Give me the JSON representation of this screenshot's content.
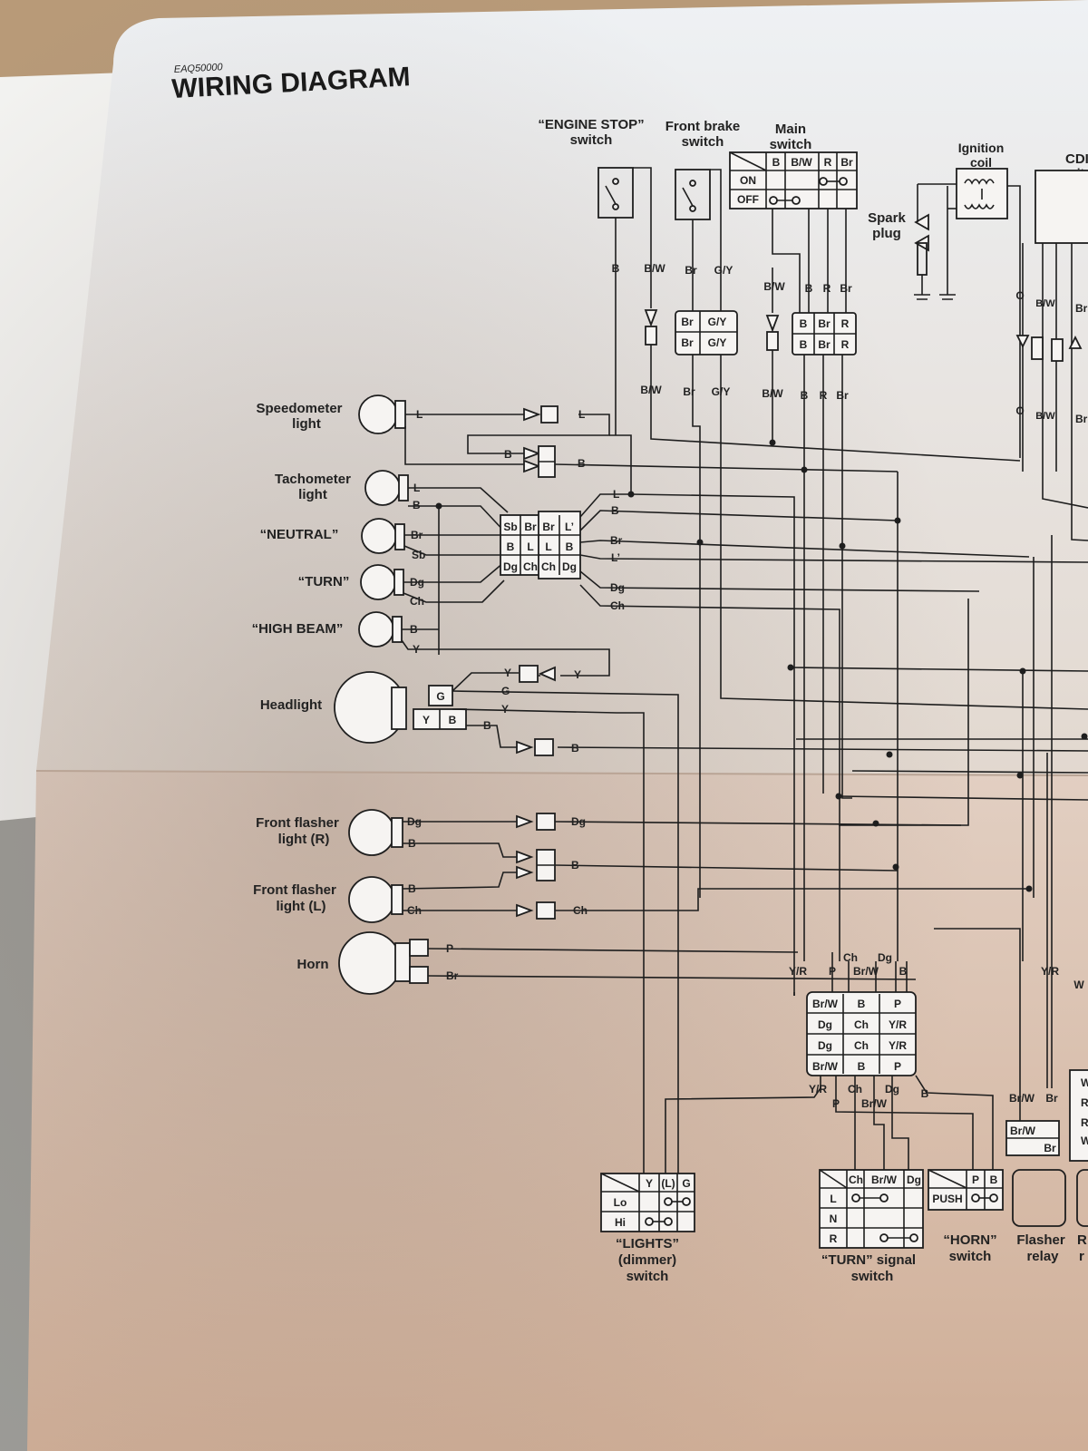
{
  "page": {
    "code": "EAQ50000",
    "title": "WIRING DIAGRAM"
  },
  "components": {
    "engine_stop_switch": [
      "“ENGINE STOP”",
      "switch"
    ],
    "front_brake_switch": [
      "Front brake",
      "switch"
    ],
    "main_switch": [
      "Main",
      "switch"
    ],
    "ignition_coil": [
      "Ignition",
      "coil"
    ],
    "cdi_unit": [
      "CDI",
      "unit"
    ],
    "spark_plug": [
      "Spark",
      "plug"
    ],
    "speedometer_light": [
      "Speedometer",
      "light"
    ],
    "tachometer_light": [
      "Tachometer",
      "light"
    ],
    "neutral": "“NEUTRAL”",
    "turn": "“TURN”",
    "high_beam": "“HIGH BEAM”",
    "headlight": "Headlight",
    "front_flasher_r": [
      "Front flasher",
      "light (R)"
    ],
    "front_flasher_l": [
      "Front flasher",
      "light (L)"
    ],
    "horn": "Horn",
    "lights_switch": [
      "“LIGHTS”",
      "(dimmer)",
      "switch"
    ],
    "turn_switch": [
      "“TURN” signal",
      "switch"
    ],
    "horn_switch": [
      "“HORN”",
      "switch"
    ],
    "flasher_relay": [
      "Flasher",
      "relay"
    ],
    "right_edge_r": "R",
    "right_edge_r2": "r"
  },
  "main_switch_table": {
    "cols": [
      "B",
      "B/W",
      "R",
      "Br"
    ],
    "rows": [
      "ON",
      "OFF"
    ]
  },
  "wire_labels": {
    "b": "B",
    "bw": "B/W",
    "br": "Br",
    "gy": "G/Y",
    "r": "R",
    "l": "L",
    "lp": "L’",
    "sb": "Sb",
    "dg": "Dg",
    "ch": "Ch",
    "y": "Y",
    "g": "G",
    "p": "P",
    "yr": "Y/R",
    "brw": "Br/W",
    "o": "O",
    "w": "W"
  },
  "meter_connector": {
    "left": [
      [
        "Sb",
        "Br"
      ],
      [
        "B",
        "L"
      ],
      [
        "Dg",
        "Ch"
      ]
    ],
    "right": [
      [
        "Br",
        "L’"
      ],
      [
        "L",
        "B"
      ],
      [
        "Ch",
        "Dg"
      ]
    ]
  },
  "handlebar_connector": {
    "top": [
      [
        "Br/W",
        "B",
        "P"
      ],
      [
        "Dg",
        "Ch",
        "Y/R"
      ]
    ],
    "bottom": [
      [
        "Dg",
        "Ch",
        "Y/R"
      ],
      [
        "Br/W",
        "B",
        "P"
      ]
    ]
  },
  "brake_connector": [
    [
      "Br",
      "G/Y"
    ],
    [
      "Br",
      "G/Y"
    ]
  ],
  "main_connector": [
    [
      "B",
      "Br",
      "R"
    ],
    [
      "B",
      "Br",
      "R"
    ]
  ],
  "headlight_socket": [
    "G",
    "Y",
    "B"
  ],
  "lights_switch_table": {
    "cols": [
      "Y",
      "(L)",
      "G"
    ],
    "rows": [
      "Lo",
      "Hi"
    ]
  },
  "turn_switch_table": {
    "cols": [
      "Ch",
      "Br/W",
      "Dg"
    ],
    "rows": [
      "L",
      "N",
      "R"
    ]
  },
  "horn_switch_table": {
    "cols": [
      "P",
      "B"
    ],
    "rows": [
      "PUSH"
    ]
  }
}
